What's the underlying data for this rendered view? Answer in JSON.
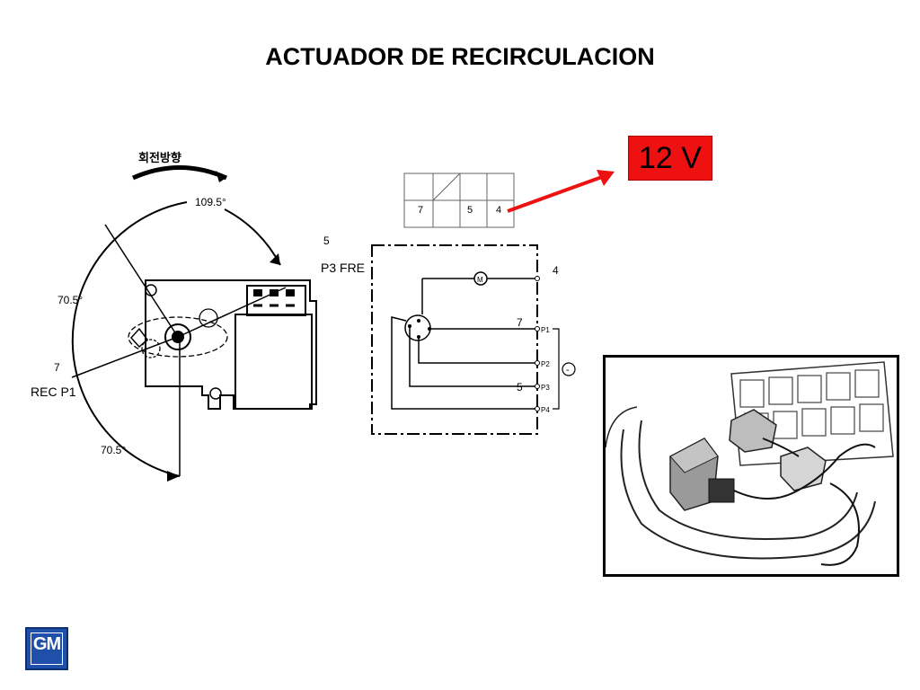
{
  "title": "ACTUADOR DE RECIRCULACION",
  "voltage_label": "12 V",
  "colors": {
    "voltage_box": "#ee1111",
    "arrow": "#ee1111",
    "logo_blue": "#1f4fa8"
  },
  "actuator_drawing": {
    "rotation_direction_label": "회전방향",
    "angle_top": "109.5°",
    "angle_left": "70.5°",
    "angle_bottom": "70.5°",
    "position_fre": "P3 FRE",
    "position_rec": "REC P1",
    "label_5": "5",
    "label_7": "7"
  },
  "connector": {
    "pins": [
      "7",
      "5",
      "4"
    ]
  },
  "schematic": {
    "motor_label": "M",
    "terminal_4": "4",
    "terminal_7": "7",
    "terminal_5": "5",
    "pins": [
      "P1",
      "P2",
      "P3",
      "P4"
    ],
    "minus_label": "-"
  },
  "logo_text": "GM"
}
